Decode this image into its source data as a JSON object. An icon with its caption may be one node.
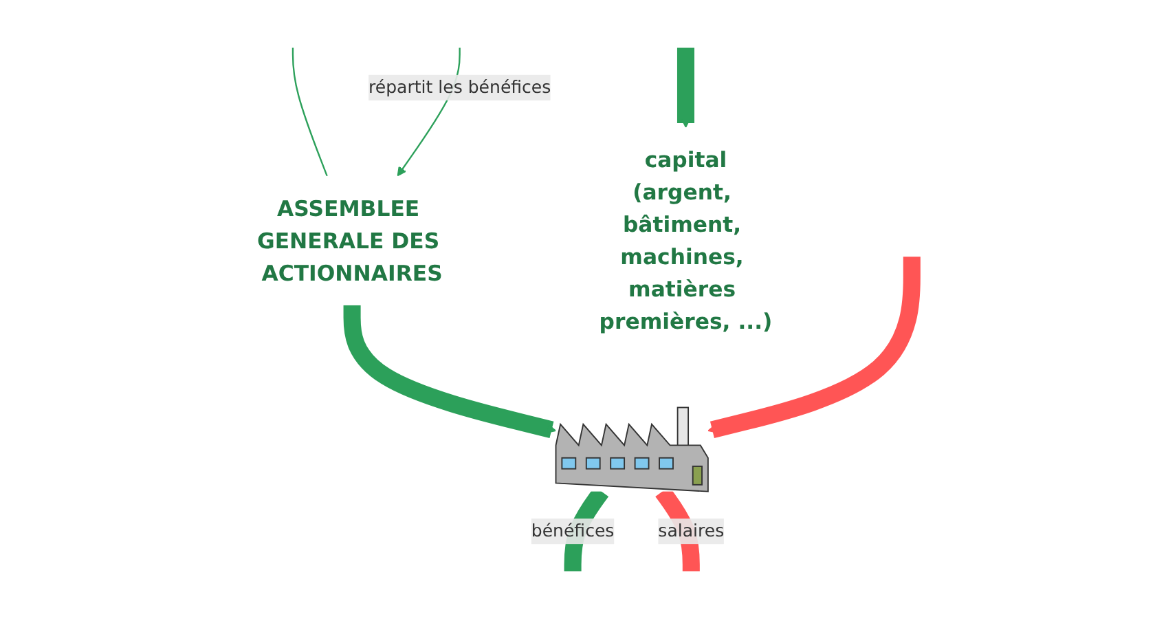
{
  "diagram": {
    "nodes": [
      {
        "text": [
          "ASSEMBLEE GENERALE DES ACTIONNAIRES"
        ]
      },
      {
        "text": [
          "capital"
        ],
        "beside": [
          "(argent, bâtiment, machines, matières premières, ...)"
        ]
      },
      {
        "text": [],
        "shape": "picture"
      }
    ],
    "edges": [
      {
        "from": null,
        "to": 0,
        "arrow": "none",
        "color": "#2ca05a"
      },
      {
        "from": null,
        "to": 0,
        "arrow": "to",
        "label": "répartit les bénéfices",
        "color": "#2ca05a"
      },
      {
        "from": null,
        "to": 1,
        "arrow": "to",
        "color": "#2ca05a"
      },
      {
        "from": 0,
        "to": 2,
        "arrow": "to",
        "color": "#2ca05a"
      },
      {
        "from": 2,
        "to": null,
        "arrow": "none",
        "label": "bénéfices",
        "color": "#2ca05a"
      },
      {
        "from": 2,
        "to": null,
        "arrow": "none",
        "label": "salaires",
        "color": "#ff5555"
      },
      {
        "from": null,
        "to": 2,
        "arrow": "to",
        "color": "#ff5555"
      }
    ]
  }
}
